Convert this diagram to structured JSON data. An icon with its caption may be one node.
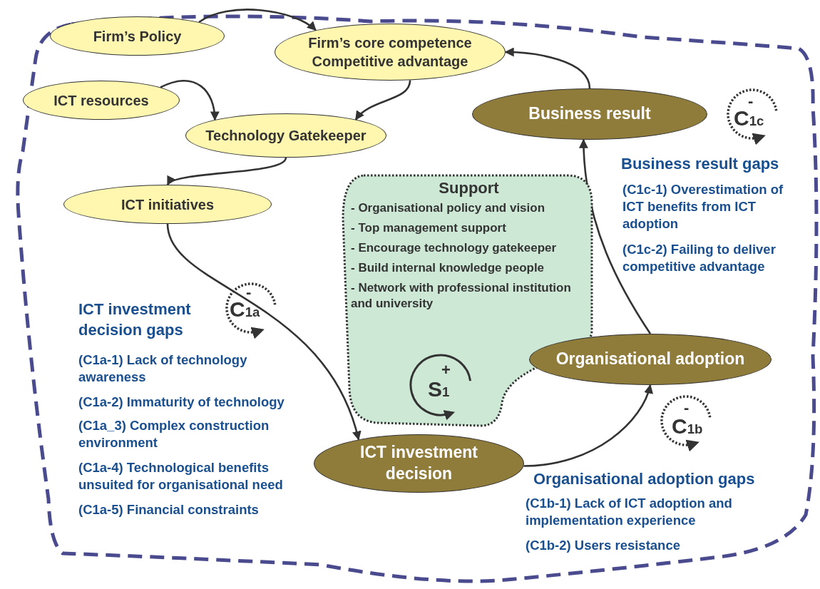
{
  "diagram": {
    "nodes": [
      {
        "text": [
          "Firm’s Policy"
        ]
      },
      {
        "text": [
          "Firm’s core competence",
          "Competitive advantage"
        ]
      },
      {
        "text": [
          "ICT resources"
        ]
      },
      {
        "text": [
          "Technology Gatekeeper"
        ]
      },
      {
        "text": [
          "ICT initiatives"
        ]
      },
      {
        "text": [
          "Support",
          "- Organisational policy and vision",
          "- Top management support",
          "- Encourage technology gatekeeper",
          "- Build internal knowledge people",
          "- Network with professional institution and university"
        ]
      },
      {
        "text": [
          "ICT investment decision"
        ]
      },
      {
        "text": [
          "Organisational adoption"
        ]
      },
      {
        "text": [
          "Business result"
        ]
      }
    ],
    "edges": [
      {
        "from": 0,
        "to": 1,
        "arrow": "to"
      },
      {
        "from": 2,
        "to": 3,
        "arrow": "to"
      },
      {
        "from": 1,
        "to": 3,
        "arrow": "to"
      },
      {
        "from": 3,
        "to": 4,
        "arrow": "to"
      },
      {
        "from": 4,
        "to": 6,
        "arrow": "to"
      },
      {
        "from": 6,
        "to": 7,
        "arrow": "to"
      },
      {
        "from": 7,
        "to": 8,
        "arrow": "to"
      },
      {
        "from": 8,
        "to": 1,
        "arrow": "to"
      }
    ],
    "labels": [
      "-",
      "C$_{1c}$",
      "Business result gaps",
      "(C1c-1) Overestimation of ICT benefits from ICT adoption",
      "(C1c-2) Failing to deliver competitive advantage",
      "-",
      "C$_{1a}$",
      "ICT investment decision gaps",
      "(C1a-1) Lack of technology awareness",
      "(C1a-2) Immaturity of technology",
      "(C1a_3) Complex construction environment",
      "(C1a-4) Technological benefits unsuited for organisational need",
      "(C1a-5) Financial constraints",
      "+",
      "S$_{1}$",
      "-",
      "C$_{1b}$",
      "Organisational adoption gaps",
      "(C1b-1) Lack of ICT adoption and implementation experience",
      "(C1b-2) Users resistance"
    ]
  }
}
